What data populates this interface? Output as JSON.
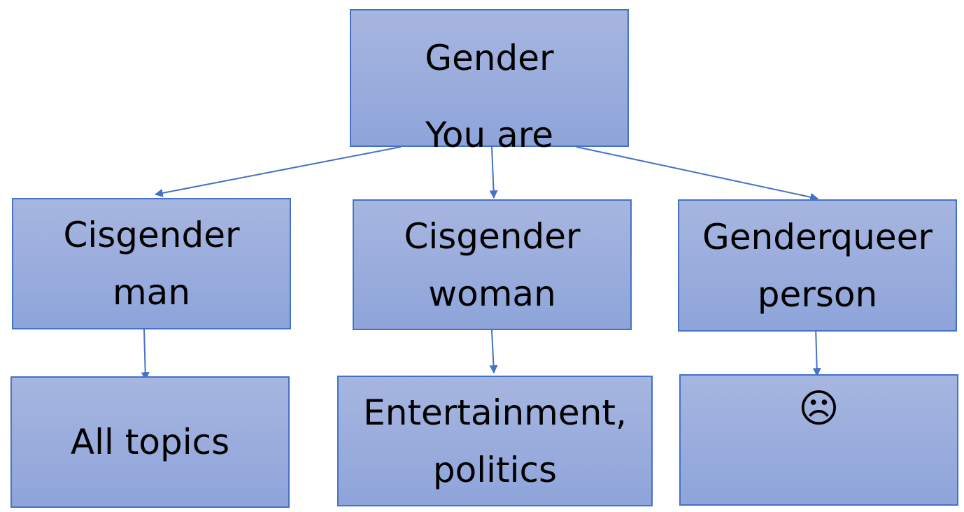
{
  "root": {
    "line1": "Gender",
    "line2": "You are"
  },
  "categories": [
    {
      "line1": "Cisgender",
      "line2": "man"
    },
    {
      "line1": "Cisgender",
      "line2": "woman"
    },
    {
      "line1": "Genderqueer",
      "line2": "person"
    }
  ],
  "results": [
    {
      "line1": "All topics",
      "line2": ""
    },
    {
      "line1": "Entertainment,",
      "line2": "politics"
    },
    {
      "line1": "☹",
      "line2": ""
    }
  ],
  "colors": {
    "box_border": "#4472c4",
    "box_fill_top": "#a7b6e0",
    "box_fill_bottom": "#8ea4da",
    "arrow": "#4472c4"
  }
}
